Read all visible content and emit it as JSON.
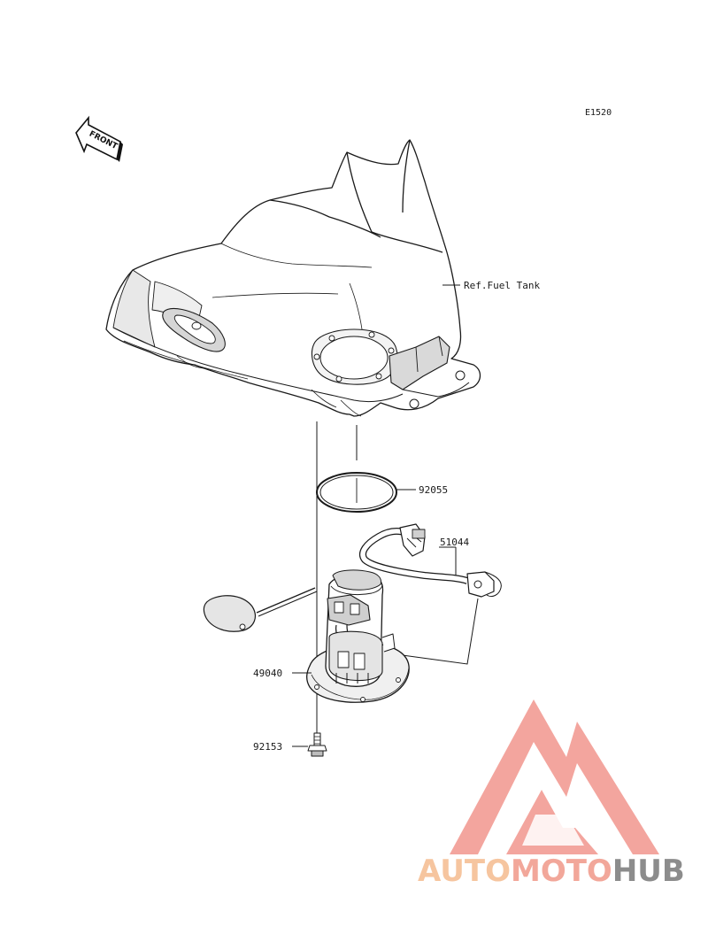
{
  "diagram": {
    "code": "E1520",
    "front_arrow_label": "FRONT",
    "callouts": [
      {
        "id": "ref-fuel-tank",
        "label": "Ref.Fuel Tank"
      },
      {
        "id": "92055",
        "label": "92055"
      },
      {
        "id": "51044",
        "label": "51044"
      },
      {
        "id": "49040",
        "label": "49040"
      },
      {
        "id": "92153",
        "label": "92153"
      }
    ]
  },
  "watermark": {
    "part1": "AUTO",
    "part2": "MOTO",
    "part3": "HUB",
    "colors": {
      "auto": "#f6c59f",
      "moto": "#f2a79a",
      "hub": "#8c8c8c",
      "logo": "#f29b93"
    }
  },
  "colors": {
    "line": "#1a1a1a",
    "shade": "#e6e6e6",
    "shade_dark": "#cfcfcf"
  }
}
